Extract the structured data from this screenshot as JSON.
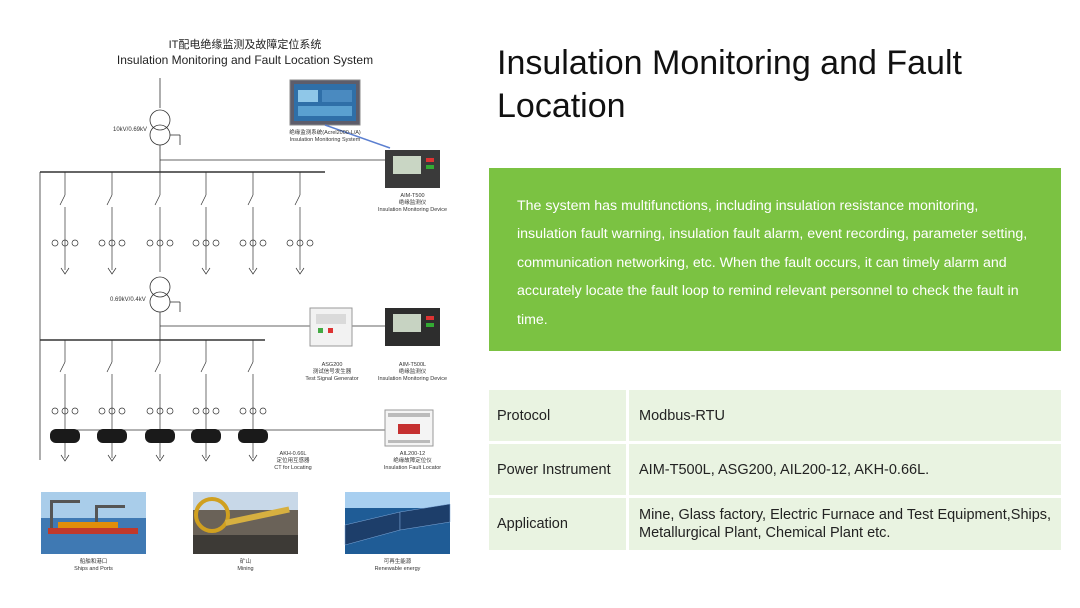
{
  "diagram": {
    "title_cn": "IT配电绝缘监测及故障定位系统",
    "title_en": "Insulation Monitoring and Fault Location System",
    "transformer1_label": "10kV/0.69kV",
    "transformer2_label": "0.69kV/0.4kV",
    "ims_label_cn": "绝缘监测系统(Acrel2000-L/A)",
    "ims_label_en": "Insulation Monitoring System",
    "aim_t500_model": "AIM-T500",
    "aim_t500_cn": "绝缘监测仪",
    "aim_t500_en": "Insulation Monitoring Device",
    "asg200_model": "ASG200",
    "asg200_cn": "测试信号发生器",
    "asg200_en": "Test Signal Generator",
    "aim_t500l_model": "AIM-T500L",
    "aim_t500l_cn": "绝缘监测仪",
    "aim_t500l_en": "Insulation Monitoring Device",
    "akh_model": "AKH-0.66L",
    "akh_cn": "定位用互感器",
    "akh_en": "CT for Locating",
    "ail_model": "AIL200-12",
    "ail_cn": "绝缘故障定位仪",
    "ail_en": "Insulation Fault Locator",
    "photos": [
      {
        "cn": "船舶和港口",
        "en": "Ships and Ports"
      },
      {
        "cn": "矿山",
        "en": "Mining"
      },
      {
        "cn": "可再生能源",
        "en": "Renewable energy"
      }
    ]
  },
  "title": "Insulation Monitoring and Fault Location",
  "description": "The system has multifunctions, including insulation resistance monitoring, insulation fault warning, insulation fault alarm, event recording, parameter setting, communication networking, etc. When the fault occurs, it can timely alarm and accurately locate the fault loop to remind relevant personnel to check the fault in time.",
  "table": [
    {
      "key": "Protocol",
      "value": "Modbus-RTU"
    },
    {
      "key": "Power Instrument",
      "value": "AIM-T500L, ASG200, AIL200-12, AKH-0.66L."
    },
    {
      "key": "Application",
      "value": "Mine, Glass factory, Electric Furnace and Test Equipment,Ships, Metallurgical Plant, Chemical Plant etc."
    }
  ],
  "colors": {
    "accent_green": "#7bc242",
    "table_bg": "#e9f3e1"
  }
}
